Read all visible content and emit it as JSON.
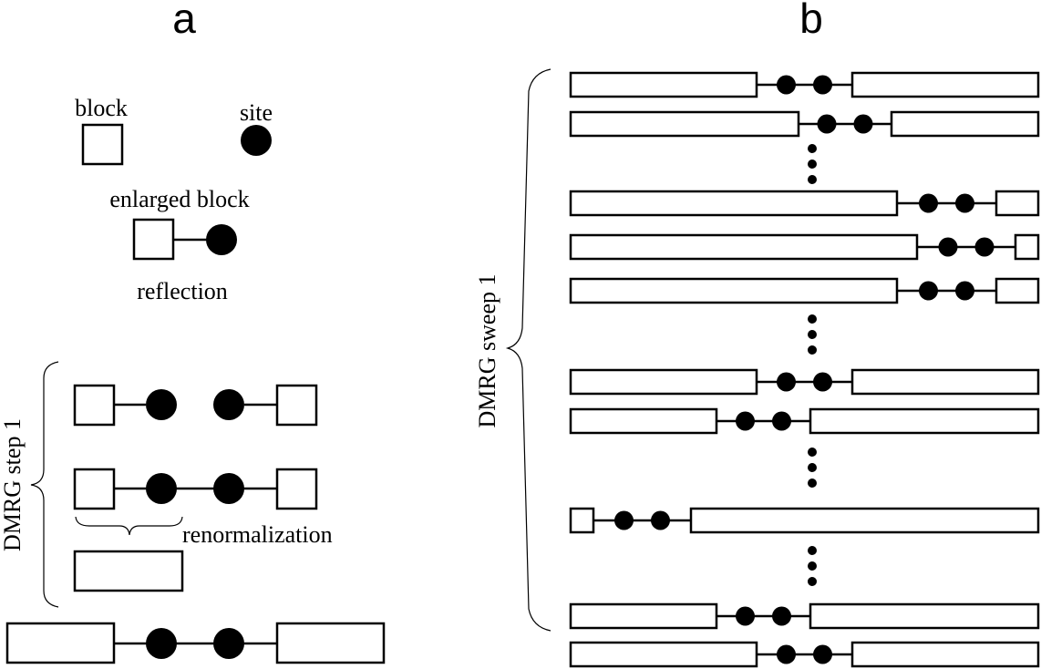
{
  "panels": {
    "a": {
      "label": "a",
      "legend": {
        "block": "block",
        "site": "site",
        "enlarged_block": "enlarged block",
        "reflection": "reflection"
      },
      "step_label": "DMRG step 1",
      "renormalization": "renormalization"
    },
    "b": {
      "label": "b",
      "sweep_label": "DMRG sweep 1"
    }
  }
}
